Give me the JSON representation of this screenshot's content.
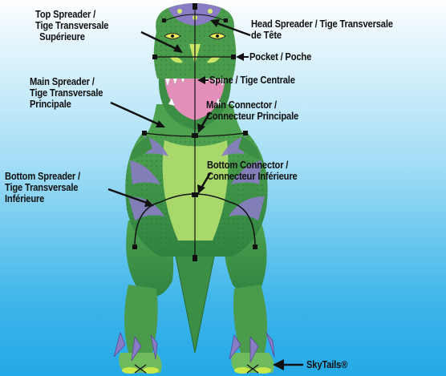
{
  "labels": {
    "top_spreader": [
      "Top Spreader /",
      "Tige Transversale",
      "Supérieure"
    ],
    "head_spreader": [
      "Head Spreader / Tige Transversale",
      "de Tête"
    ],
    "pocket": "Pocket / Poche",
    "spine": "Spine / Tige Centrale",
    "main_spreader": [
      "Main Spreader /",
      "Tige Transversale",
      "Principale"
    ],
    "main_connector": [
      "Main Connector /",
      "Connecteur Principale"
    ],
    "bottom_connector": [
      "Bottom Connector /",
      "Connecteur Inférieure"
    ],
    "bottom_spreader": [
      "Bottom Spreader /",
      "Tige Transversale",
      "Inférieure"
    ],
    "skytails": "SkyTails®"
  },
  "colors": {
    "background_top": "#ffffff",
    "background_bottom": "#24a9e6",
    "dino_green": "#3f9a4a",
    "dino_light": "#a8d86a",
    "dino_purple": "#8a7cc4",
    "mouth_pink": "#e48fb9",
    "frame_line": "#111111"
  },
  "illustration": "tyrannosaurus-kite"
}
